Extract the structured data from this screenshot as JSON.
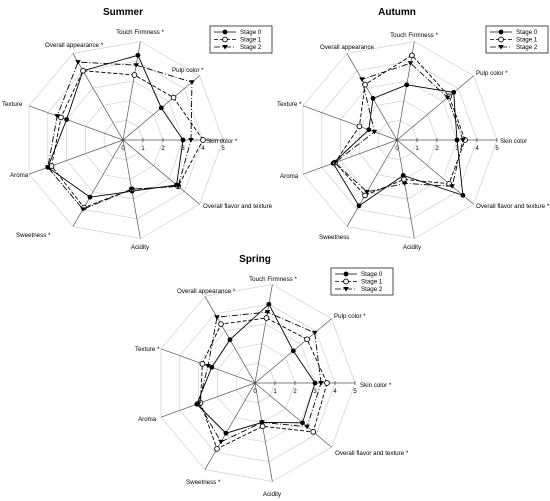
{
  "chart_data": [
    {
      "type": "radar",
      "title": "Summer",
      "axes": [
        "Skin color",
        "Pulp color",
        "Touch Firmness",
        "Overall appearance",
        "Texture",
        "Aroma",
        "Sweetness",
        "Acidity",
        "Overall flavor and texture"
      ],
      "axis_labels": [
        "Skin color *",
        "Pulp color *",
        "Touch Firmness *",
        "Overall appearance *",
        "Texture",
        "Aroma",
        "Sweetness *",
        "Acidity",
        "Overall flavor and texture"
      ],
      "tick_labels": [
        "0",
        "1",
        "2",
        "3",
        "4",
        "5"
      ],
      "rlim": [
        0,
        5
      ],
      "legend_position": "top-right",
      "series": [
        {
          "name": "Stage 0",
          "style": "solid",
          "marker": "filled-circle",
          "values": [
            3.0,
            2.5,
            4.3,
            4.0,
            3.0,
            4.0,
            3.3,
            2.6,
            3.5
          ]
        },
        {
          "name": "Stage 1",
          "style": "dashed",
          "marker": "open-circle",
          "values": [
            4.0,
            3.3,
            3.3,
            4.0,
            3.3,
            3.8,
            3.9,
            2.5,
            3.6
          ]
        },
        {
          "name": "Stage 2",
          "style": "dash-dot",
          "marker": "filled-triangle",
          "values": [
            3.4,
            4.5,
            3.8,
            4.5,
            3.5,
            4.0,
            4.0,
            2.5,
            3.6
          ]
        }
      ]
    },
    {
      "type": "radar",
      "title": "Autumn",
      "axes": [
        "Skin color",
        "Pulp color",
        "Touch Firmness",
        "Overall appearance",
        "Texture",
        "Aroma",
        "Sweetness",
        "Acidity",
        "Overall flavor and texture"
      ],
      "axis_labels": [
        "Skin color",
        "Pulp color *",
        "Touch Firmness *",
        "Overall appearance",
        "Texture *",
        "Aroma",
        "Sweetness",
        "Acidity",
        "Overall flavor and texture *"
      ],
      "tick_labels": [
        "0",
        "1",
        "2",
        "3",
        "4",
        "5"
      ],
      "rlim": [
        0,
        5
      ],
      "legend_position": "top-right",
      "series": [
        {
          "name": "Stage 0",
          "style": "solid",
          "marker": "filled-circle",
          "values": [
            3.0,
            3.7,
            2.8,
            2.4,
            1.5,
            3.4,
            3.8,
            1.8,
            4.3
          ]
        },
        {
          "name": "Stage 1",
          "style": "dashed",
          "marker": "open-circle",
          "values": [
            3.4,
            3.4,
            4.3,
            3.2,
            2.0,
            3.3,
            3.2,
            2.0,
            3.4
          ]
        },
        {
          "name": "Stage 2",
          "style": "dash-dot",
          "marker": "filled-triangle",
          "values": [
            3.3,
            3.3,
            3.9,
            3.5,
            1.2,
            3.3,
            3.0,
            2.2,
            3.6
          ]
        }
      ]
    },
    {
      "type": "radar",
      "title": "Spring",
      "axes": [
        "Skin color",
        "Pulp color",
        "Touch Firmness",
        "Overall appearance",
        "Texture",
        "Aroma",
        "Sweetness",
        "Acidity",
        "Overall flavor and texture"
      ],
      "axis_labels": [
        "Skin color *",
        "Pulp color *",
        "Touch Firmness *",
        "Overall appearance *",
        "Texture *",
        "Aroma",
        "Sweetness *",
        "Acidity",
        "Overall flavor and texture *"
      ],
      "tick_labels": [
        "0",
        "1",
        "2",
        "3",
        "4",
        "5"
      ],
      "rlim": [
        0,
        5
      ],
      "legend_position": "top-right",
      "series": [
        {
          "name": "Stage 0",
          "style": "solid",
          "marker": "filled-circle",
          "values": [
            3.0,
            2.5,
            4.0,
            2.5,
            2.3,
            3.1,
            2.9,
            2.0,
            3.1
          ]
        },
        {
          "name": "Stage 1",
          "style": "dashed",
          "marker": "open-circle",
          "values": [
            3.6,
            3.4,
            3.3,
            3.4,
            2.8,
            2.9,
            3.8,
            2.2,
            3.8
          ]
        },
        {
          "name": "Stage 2",
          "style": "dash-dot",
          "marker": "filled-triangle",
          "values": [
            3.3,
            3.9,
            3.6,
            3.8,
            2.5,
            3.0,
            3.4,
            2.0,
            3.4
          ]
        }
      ]
    }
  ]
}
